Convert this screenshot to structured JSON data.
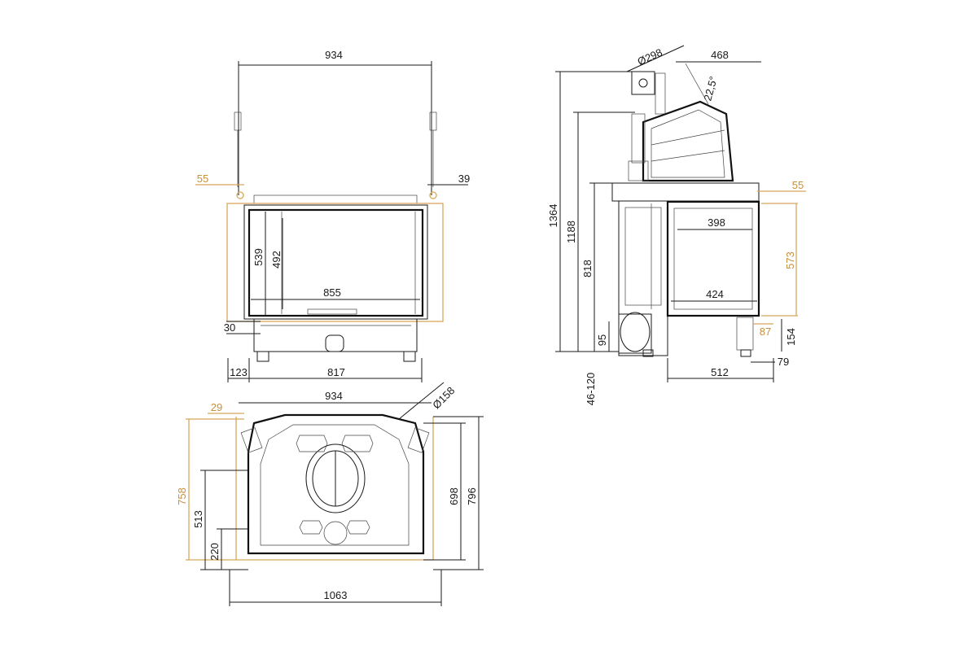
{
  "colors": {
    "line": "#1a1a1a",
    "accent": "#c8903a",
    "background": "#ffffff"
  },
  "front_view": {
    "width_top": "934",
    "left_offset": "55",
    "right_offset": "39",
    "outer_height": "539",
    "glass_height": "492",
    "glass_width": "855",
    "base_gap": "30",
    "left_leg": "123",
    "base_width": "817"
  },
  "side_view": {
    "flue_diameter": "Ø298",
    "top_depth": "468",
    "angle": "22,5°",
    "total_height": "1364",
    "body_height": "1188",
    "door_height": "818",
    "top_offset": "55",
    "glass_width": "398",
    "door_width": "424",
    "glass_height": "573",
    "inlet_height": "95",
    "leg_height": "87",
    "floor_height": "154",
    "foot_depth": "79",
    "leg_range": "46-120",
    "base_depth": "512"
  },
  "plan_view": {
    "offset": "29",
    "width_top": "934",
    "flue_diameter": "Ø158",
    "outer_depth": "758",
    "mid_depth": "513",
    "front_depth": "220",
    "inner_depth": "698",
    "full_depth": "796",
    "total_width": "1063"
  }
}
